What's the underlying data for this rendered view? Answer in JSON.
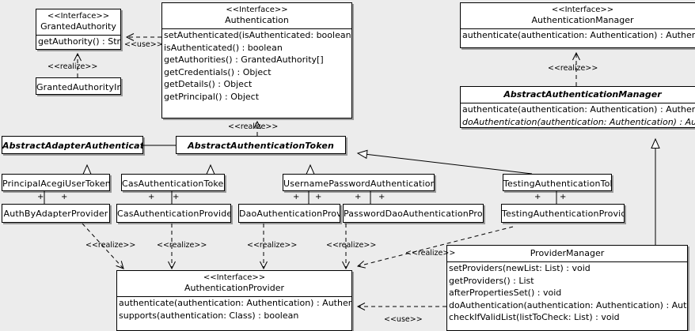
{
  "diagram": {
    "type": "uml-class-diagram",
    "background_color": "#ececec",
    "box_fill": "#ffffff",
    "line_color": "#000000",
    "stereotype_interface": "<<Interface>>",
    "labels": {
      "realize": "<<realize>>",
      "use": "<<use>>",
      "plus": "+"
    }
  },
  "classes": {
    "granted_authority": {
      "stereotype": "<<Interface>>",
      "name": "GrantedAuthority",
      "members": [
        "getAuthority() : String"
      ]
    },
    "granted_authority_impl": {
      "name": "GrantedAuthorityImpl"
    },
    "authentication": {
      "stereotype": "<<Interface>>",
      "name": "Authentication",
      "members": [
        "setAuthenticated(isAuthenticated: boolean) : void",
        "isAuthenticated() : boolean",
        "getAuthorities() : GrantedAuthority[]",
        "getCredentials() : Object",
        "getDetails() : Object",
        "getPrincipal() : Object"
      ]
    },
    "authentication_manager": {
      "stereotype": "<<Interface>>",
      "name": "AuthenticationManager",
      "members": [
        "authenticate(authentication: Authentication) : Authentication"
      ]
    },
    "abstract_authentication_manager": {
      "name": "AbstractAuthenticationManager",
      "members": [
        "authenticate(authentication: Authentication) : Authentication",
        "doAuthentication(authentication: Authentication) : Authentication"
      ]
    },
    "abstract_adapter_authentication_token": {
      "name": "AbstractAdapterAuthenticationToken"
    },
    "abstract_authentication_token": {
      "name": "AbstractAuthenticationToken"
    },
    "principal_acegi_user_token": {
      "name": "PrincipalAcegiUserToken"
    },
    "cas_authentication_token": {
      "name": "CasAuthenticationToken"
    },
    "username_password_authentication_token": {
      "name": "UsernamePasswordAuthenticationToken"
    },
    "testing_authentication_token": {
      "name": "TestingAuthenticationToken"
    },
    "auth_by_adapter_provider": {
      "name": "AuthByAdapterProvider"
    },
    "cas_authentication_provider": {
      "name": "CasAuthenticationProvider"
    },
    "dao_authentication_provider": {
      "name": "DaoAuthenticationProvider"
    },
    "password_dao_authentication_provider": {
      "name": "PasswordDaoAuthenticationProvider"
    },
    "testing_authentication_provider": {
      "name": "TestingAuthenticationProvider"
    },
    "authentication_provider": {
      "stereotype": "<<Interface>>",
      "name": "AuthenticationProvider",
      "members": [
        "authenticate(authentication: Authentication) : Authentication",
        "supports(authentication: Class) : boolean"
      ]
    },
    "provider_manager": {
      "name": "ProviderManager",
      "members": [
        "setProviders(newList: List) : void",
        "getProviders() : List",
        "afterPropertiesSet() : void",
        "doAuthentication(authentication: Authentication) : Authentication",
        "checkIfValidList(listToCheck: List) : void"
      ]
    }
  },
  "relationships": [
    {
      "id": "auth-uses-grantedauthority",
      "label": "<<use>>",
      "from": "authentication",
      "to": "granted_authority",
      "kind": "dependency"
    },
    {
      "id": "gaimpl-realizes-ga",
      "label": "<<realize>>",
      "from": "granted_authority_impl",
      "to": "granted_authority",
      "kind": "realization"
    },
    {
      "id": "aat-realizes-authentication",
      "label": "<<realize>>",
      "from": "abstract_authentication_token",
      "to": "authentication",
      "kind": "realization"
    },
    {
      "id": "aam-realizes-am",
      "label": "<<realize>>",
      "from": "abstract_authentication_manager",
      "to": "authentication_manager",
      "kind": "realization"
    },
    {
      "id": "pm-extends-aam",
      "label": "",
      "from": "provider_manager",
      "to": "abstract_authentication_manager",
      "kind": "generalization"
    },
    {
      "id": "aaat-extends-aat",
      "label": "",
      "from": "abstract_adapter_authentication_token",
      "to": "abstract_authentication_token",
      "kind": "generalization"
    },
    {
      "id": "paut-extends-aaat",
      "label": "",
      "from": "principal_acegi_user_token",
      "to": "abstract_adapter_authentication_token",
      "kind": "generalization"
    },
    {
      "id": "cat-extends-aat",
      "label": "",
      "from": "cas_authentication_token",
      "to": "abstract_authentication_token",
      "kind": "generalization"
    },
    {
      "id": "upat-extends-aat",
      "label": "",
      "from": "username_password_authentication_token",
      "to": "abstract_authentication_token",
      "kind": "generalization"
    },
    {
      "id": "tat-extends-aat",
      "label": "",
      "from": "testing_authentication_token",
      "to": "abstract_authentication_token",
      "kind": "generalization"
    },
    {
      "id": "abap-realizes-ap",
      "label": "<<realize>>",
      "from": "auth_by_adapter_provider",
      "to": "authentication_provider",
      "kind": "realization"
    },
    {
      "id": "cap-realizes-ap",
      "label": "<<realize>>",
      "from": "cas_authentication_provider",
      "to": "authentication_provider",
      "kind": "realization"
    },
    {
      "id": "dap-realizes-ap",
      "label": "<<realize>>",
      "from": "dao_authentication_provider",
      "to": "authentication_provider",
      "kind": "realization"
    },
    {
      "id": "pdap-realizes-ap",
      "label": "<<realize>>",
      "from": "password_dao_authentication_provider",
      "to": "authentication_provider",
      "kind": "realization"
    },
    {
      "id": "tap-realizes-ap",
      "label": "<<realize>>",
      "from": "testing_authentication_provider",
      "to": "authentication_provider",
      "kind": "realization"
    },
    {
      "id": "pm-uses-ap",
      "label": "<<use>>",
      "from": "provider_manager",
      "to": "authentication_provider",
      "kind": "dependency"
    }
  ],
  "edge_labels": {
    "use_ga": "<<use>>",
    "realize_gaimpl": "<<realize>>",
    "realize_aat": "<<realize>>",
    "realize_aam": "<<realize>>",
    "realize_abap": "<<realize>>",
    "realize_cap": "<<realize>>",
    "realize_dap": "<<realize>>",
    "realize_pdap": "<<realize>>",
    "realize_tap": "<<realize>>",
    "use_pm": "<<use>>"
  },
  "association_marks": {
    "m1": "+",
    "m2": "+",
    "m3": "+",
    "m4": "+",
    "m5": "+",
    "m6": "+",
    "m7": "+",
    "m8": "+",
    "m9": "+",
    "m10": "+"
  }
}
